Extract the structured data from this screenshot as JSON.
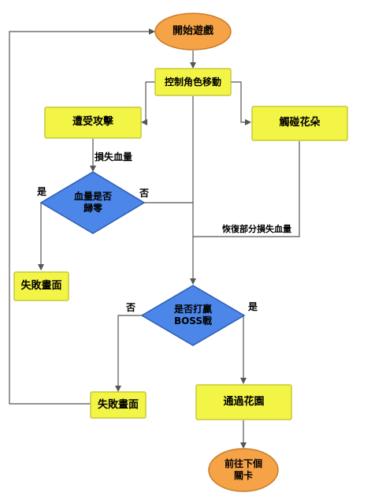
{
  "diagram": {
    "colors": {
      "process_fill": "#f3f546",
      "process_stroke": "#c5c83a",
      "terminal_fill": "#f6a246",
      "terminal_stroke": "#c97c2a",
      "decision_fill": "#4b86e8",
      "decision_stroke": "#2f5db3",
      "line": "#555555"
    },
    "nodes": {
      "start": "開始遊戲",
      "control": "控制角色移動",
      "attacked": "遭受攻擊",
      "touch_flower": "觸碰花朵",
      "hp_zero_line1": "血量是否",
      "hp_zero_line2": "歸零",
      "fail_screen_1": "失敗畫面",
      "boss_line1": "是否打贏",
      "boss_line2": "BOSS戰",
      "fail_screen_2": "失敗畫面",
      "clear_level": "通過花園",
      "next_line1": "前往下個",
      "next_line2": "關卡"
    },
    "edge_labels": {
      "lose_hp": "損失血量",
      "hp_yes": "是",
      "hp_no": "否",
      "recover": "恢復部分損失血量",
      "boss_no": "否",
      "boss_yes": "是"
    }
  }
}
